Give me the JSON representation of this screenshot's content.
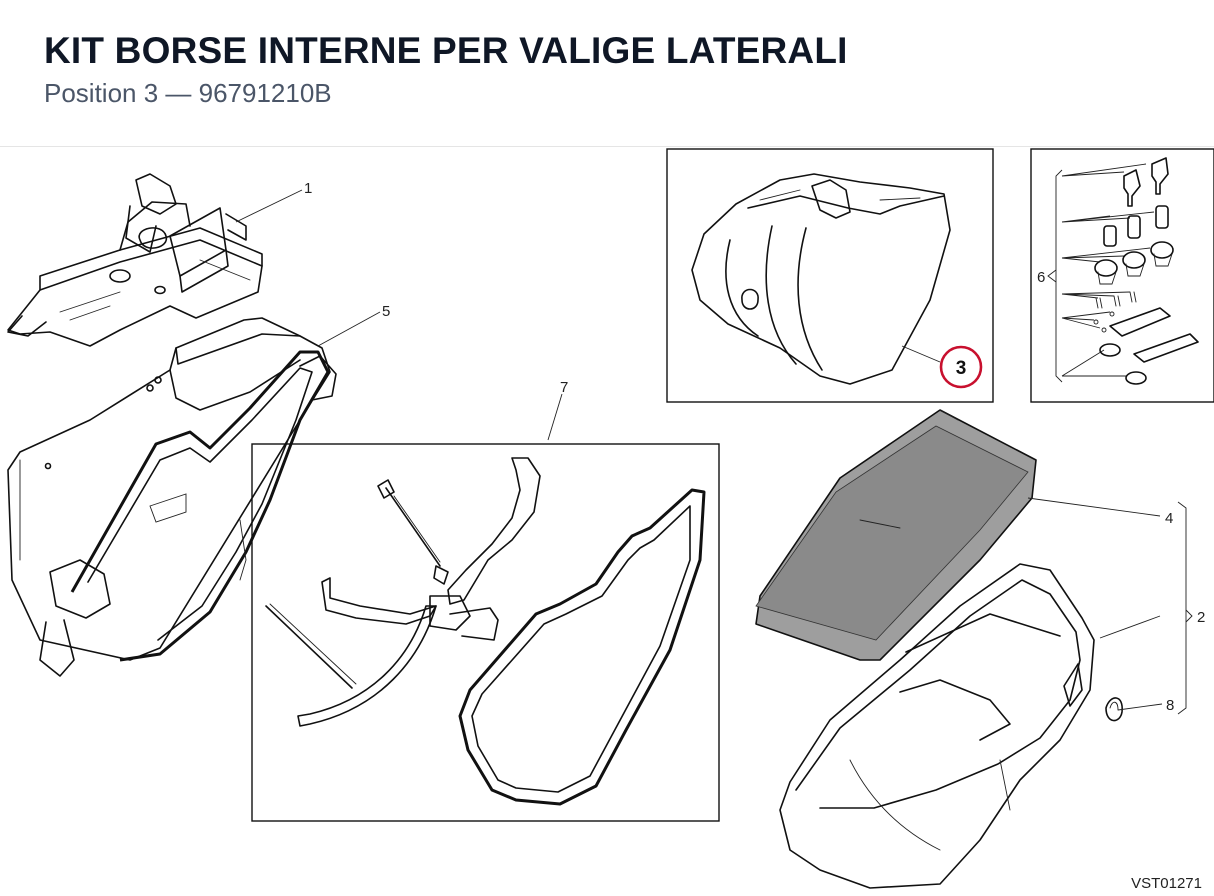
{
  "header": {
    "title": "KIT BORSE INTERNE PER VALIGE LATERALI",
    "subtitle": "Position 3 — 96791210B"
  },
  "callouts": [
    "1",
    "2",
    "3",
    "4",
    "5",
    "6",
    "7",
    "8"
  ],
  "highlighted_callout": "3",
  "drawing_code": "VST01271",
  "colors": {
    "highlight_ring": "#c8102e",
    "title": "#0f1726",
    "subtitle": "#4b5668",
    "cover_fill": "#9e9e9e"
  }
}
